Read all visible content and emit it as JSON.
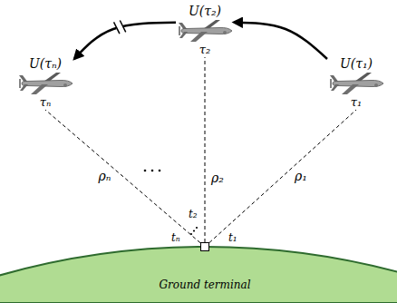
{
  "diagram": {
    "nodes": [
      {
        "text": [
          "U(τₙ)",
          "τₙ"
        ]
      },
      {
        "text": [
          "U(τ₂)",
          "τ₂"
        ]
      },
      {
        "text": [
          "U(τ₁)",
          "τ₁"
        ]
      },
      {
        "text": [
          "Ground terminal"
        ]
      }
    ],
    "edges": [
      {
        "from": 2,
        "to": 1,
        "arrow": "to"
      },
      {
        "from": 1,
        "to": 0,
        "arrow": "to"
      },
      {
        "from": 3,
        "to": 0,
        "arrow": "none",
        "label": "ρₙ"
      },
      {
        "from": 3,
        "to": 1,
        "arrow": "none",
        "label": "ρ₂"
      },
      {
        "from": 3,
        "to": 2,
        "arrow": "none",
        "label": "ρ₁"
      }
    ],
    "labels": [
      "tₙ",
      "t₂",
      "t₁"
    ]
  }
}
